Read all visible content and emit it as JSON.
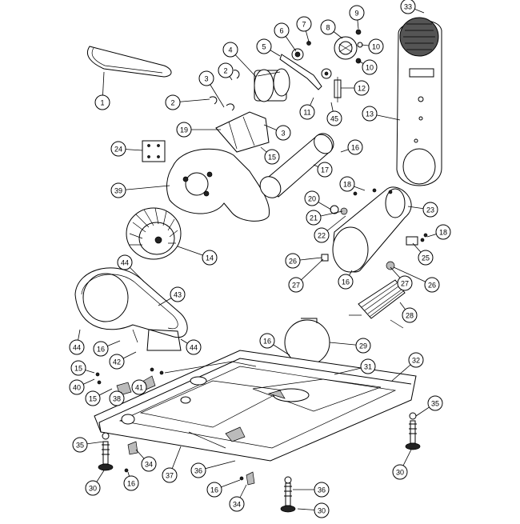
{
  "diagram": {
    "callouts": [
      "1",
      "2",
      "2",
      "3",
      "3",
      "4",
      "5",
      "6",
      "7",
      "8",
      "9",
      "10",
      "10",
      "11",
      "12",
      "13",
      "14",
      "15",
      "16",
      "17",
      "18",
      "18",
      "19",
      "20",
      "21",
      "22",
      "23",
      "24",
      "25",
      "26",
      "26",
      "27",
      "27",
      "28",
      "29",
      "16",
      "16",
      "30",
      "30",
      "30",
      "31",
      "32",
      "33",
      "34",
      "34",
      "35",
      "35",
      "36",
      "36",
      "37",
      "38",
      "39",
      "15",
      "16",
      "16",
      "40",
      "41",
      "42",
      "43",
      "44",
      "44",
      "44",
      "45",
      "15",
      "16"
    ]
  }
}
